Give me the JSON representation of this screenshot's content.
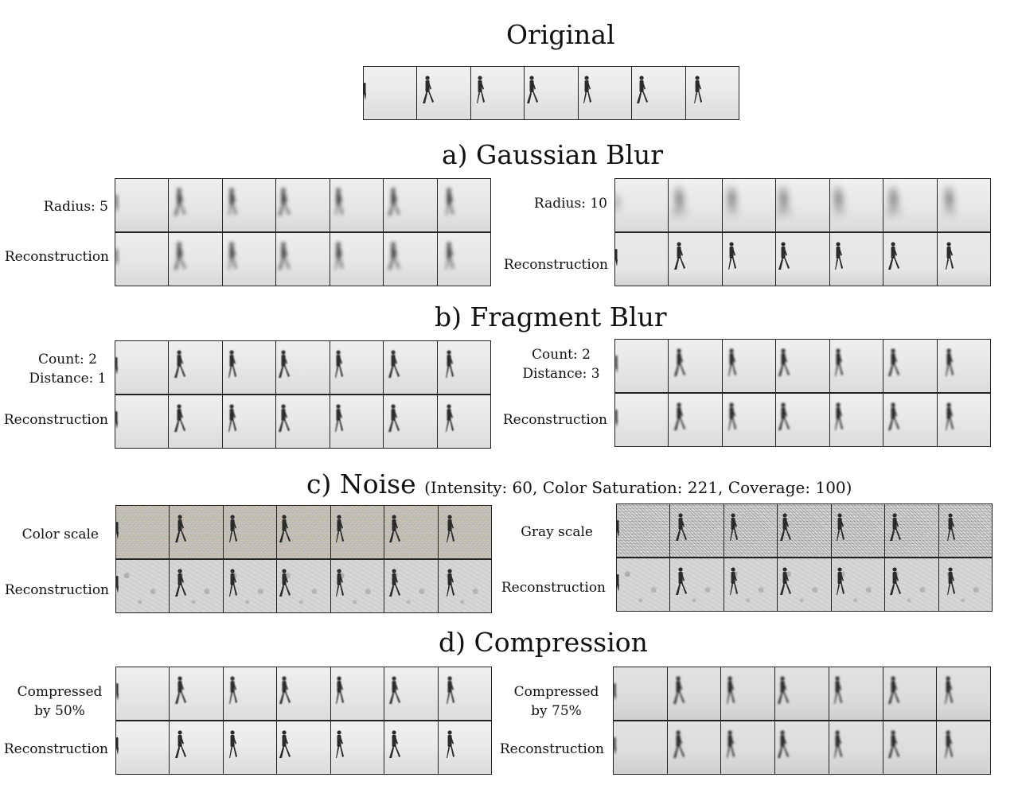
{
  "titles": {
    "original": "Original",
    "gaussian": "a) Gaussian Blur",
    "fragment": "b) Fragment Blur",
    "noise": "c) Noise",
    "noise_params": "(Intensity: 60, Color Saturation: 221, Coverage: 100)",
    "compression": "d) Compression"
  },
  "labels": {
    "radius_5": "Radius: 5",
    "radius_10": "Radius: 10",
    "reconstruction": "Reconstruction",
    "count_2": "Count: 2",
    "distance_1": "Distance: 1",
    "distance_3": "Distance: 3",
    "color_scale": "Color scale",
    "gray_scale": "Gray scale",
    "compressed_50_line1": "Compressed",
    "compressed_50_line2": "by 50%",
    "compressed_75_line1": "Compressed",
    "compressed_75_line2": "by 75%"
  },
  "frames_per_strip": 7
}
